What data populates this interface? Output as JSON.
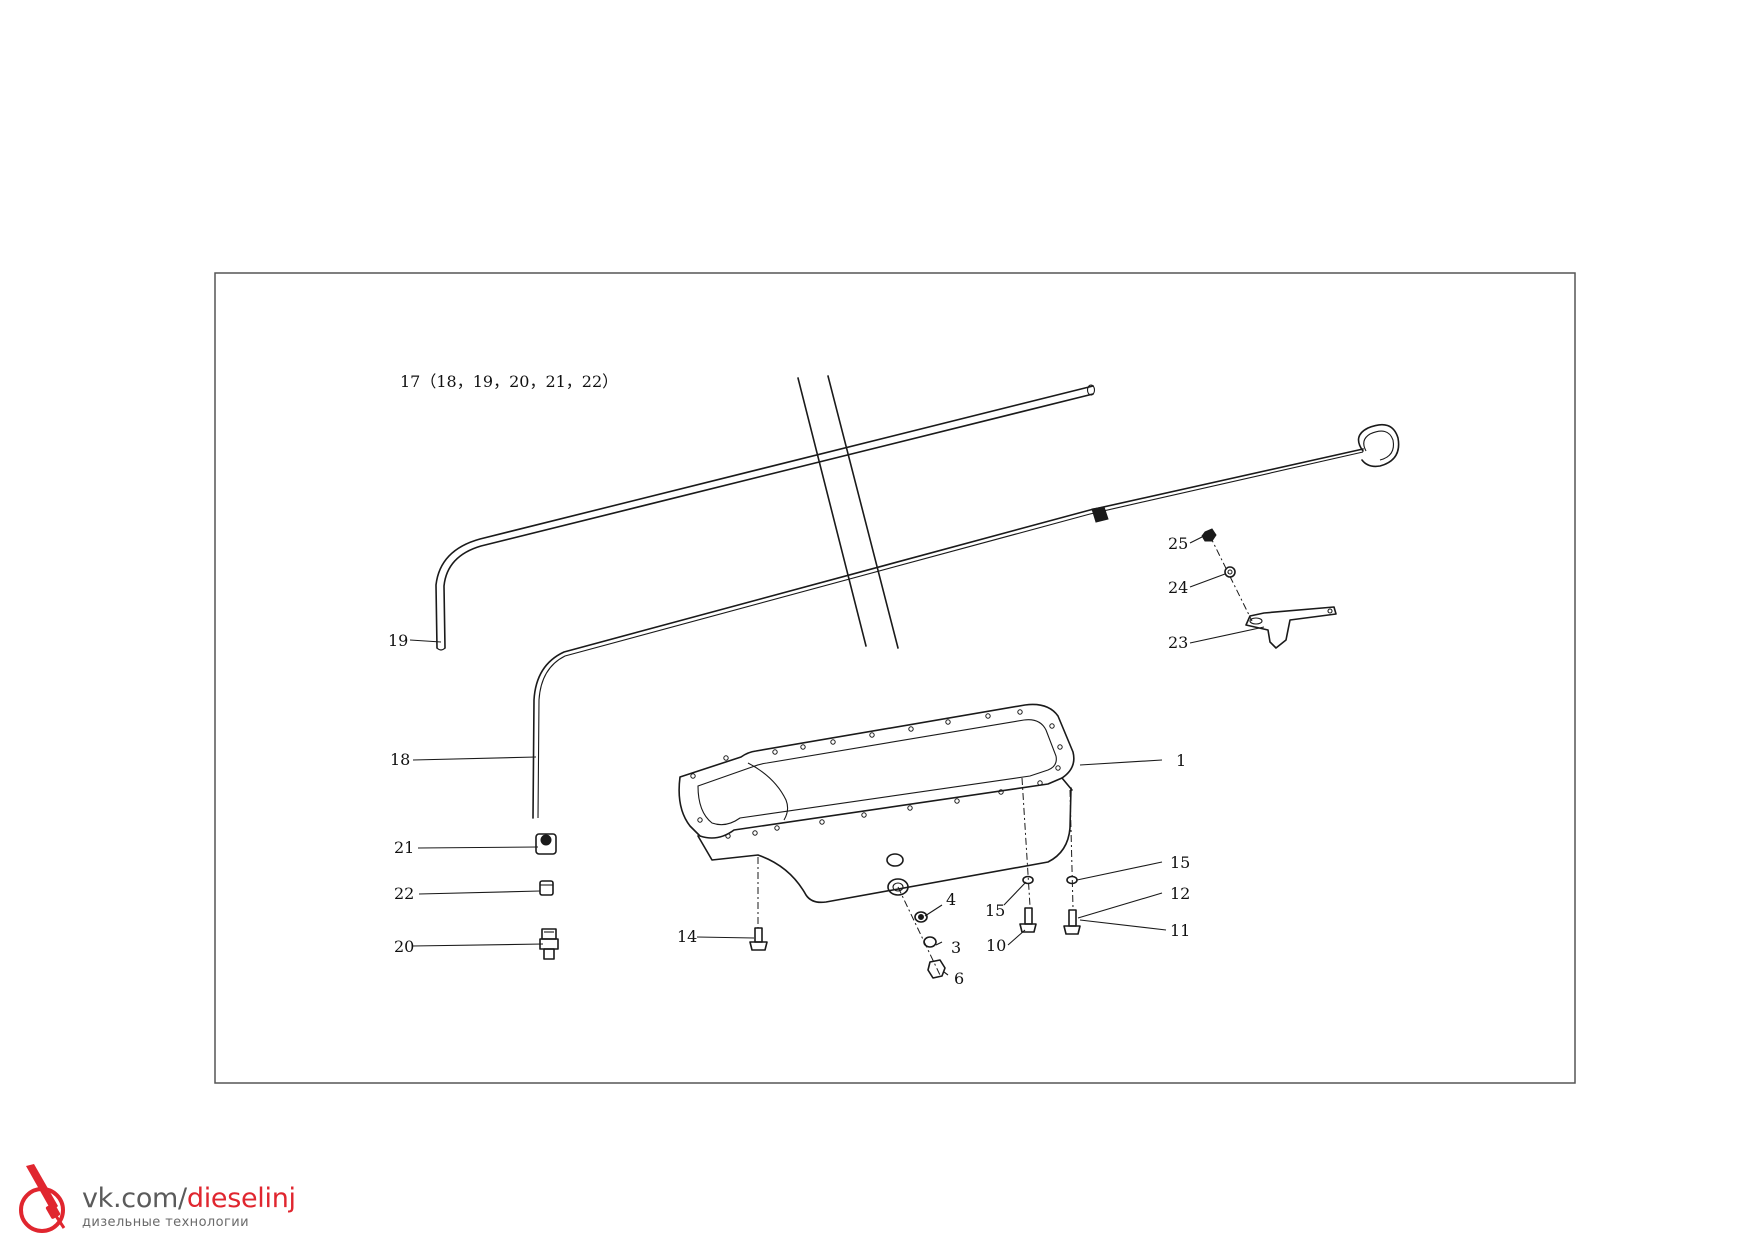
{
  "diagram": {
    "group_label": "17（18，19，20，21，22）",
    "callouts": [
      "1",
      "3",
      "4",
      "6",
      "10",
      "11",
      "12",
      "14",
      "15",
      "15",
      "18",
      "19",
      "20",
      "21",
      "22",
      "23",
      "24",
      "25"
    ]
  },
  "branding": {
    "site_prefix": "vk.com/",
    "site_name": "dieselinj",
    "tagline": "дизельные технологии",
    "accent_color": "#e0262f",
    "icon": "diesel-injector-logo-icon"
  }
}
